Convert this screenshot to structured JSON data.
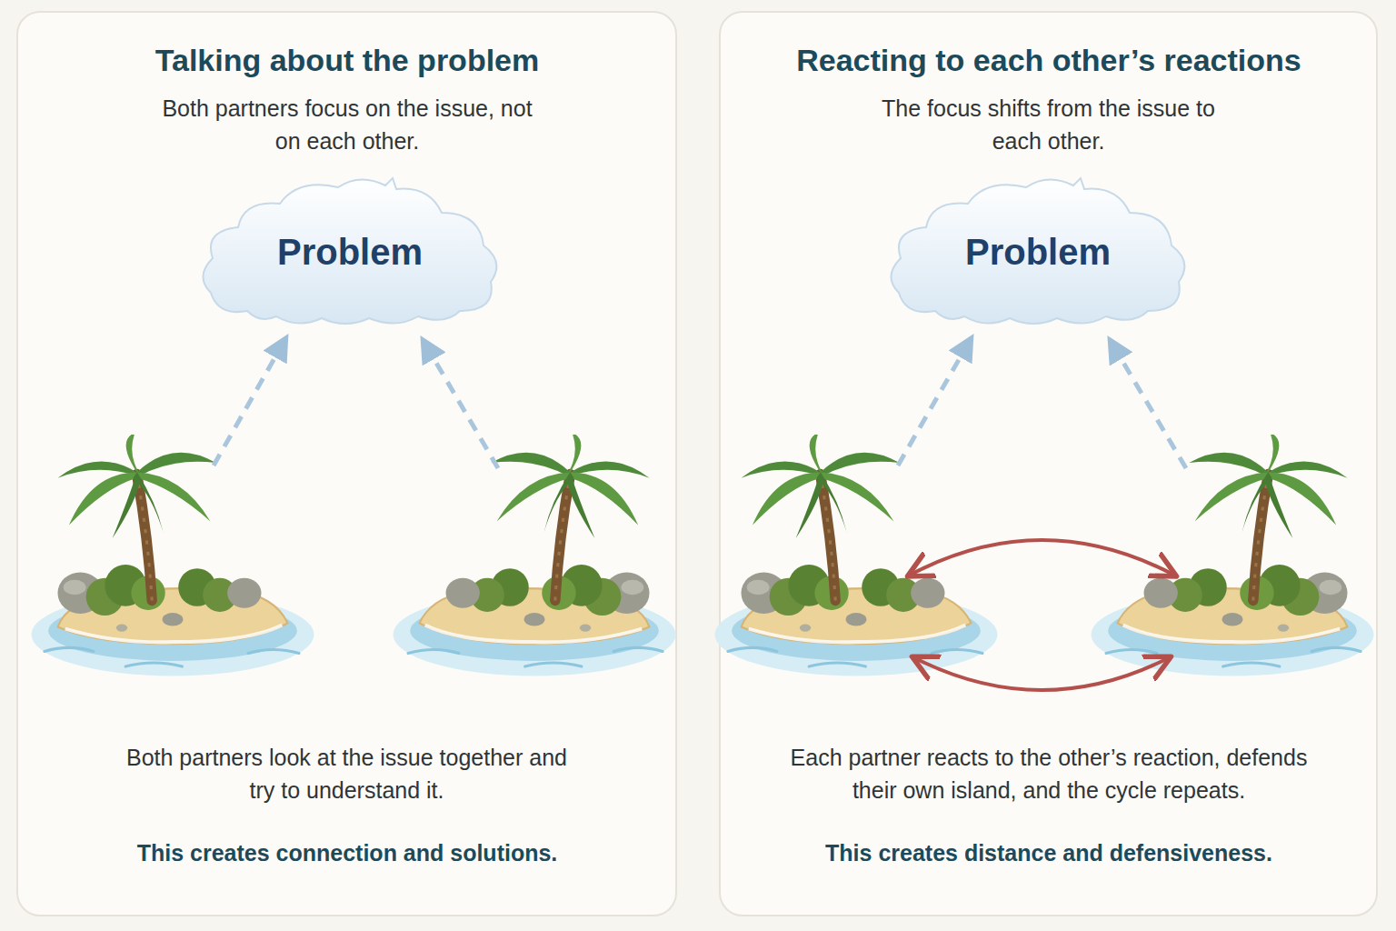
{
  "diagram": {
    "nodes": [
      {
        "text": [
          "Talking about the problem",
          "Both partners focus on the issue, not on each other.",
          "Both partners look at the issue together and try to understand it.",
          "This creates connection and solutions."
        ]
      },
      {
        "text": [
          "Problem"
        ],
        "in": 0
      },
      {
        "text": [
          "Reacting to each other’s reactions",
          "The focus shifts from the issue to each other.",
          "Each partner reacts to the other’s reaction, defends their own island, and the cycle repeats.",
          "This creates distance and defensiveness."
        ]
      },
      {
        "text": [
          "Problem"
        ],
        "in": 2
      }
    ]
  }
}
